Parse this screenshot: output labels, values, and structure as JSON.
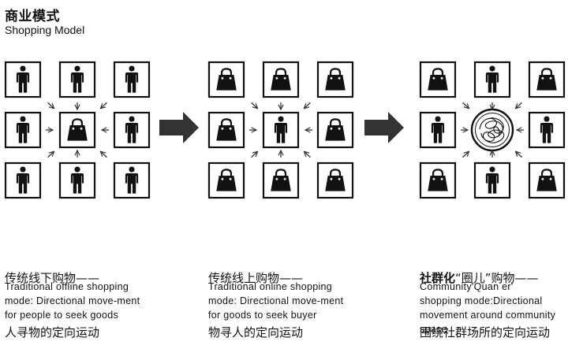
{
  "title": {
    "cn": "商业模式",
    "en": "Shopping Model"
  },
  "models": [
    {
      "heading_line1_bold": "",
      "heading_line1": "传统线下购物——",
      "heading_line2": "人寻物的定向运动",
      "desc_lines": [
        "Traditional  offline  shopping",
        "mode:  Directional  move-ment",
        "for people  to  seek goods"
      ],
      "center": "bag-icon",
      "outer": [
        "person-icon",
        "person-icon",
        "person-icon",
        "person-icon",
        "person-icon",
        "person-icon",
        "person-icon",
        "person-icon"
      ]
    },
    {
      "heading_line1_bold": "",
      "heading_line1": "传统线上购物——",
      "heading_line2": "物寻人的定向运动",
      "desc_lines": [
        "Traditional  online  shopping",
        "mode:  Directional  move-ment",
        "for goods  to  seek  buyer"
      ],
      "center": "person-icon",
      "outer": [
        "bag-icon",
        "bag-icon",
        "bag-icon",
        "bag-icon",
        "bag-icon",
        "bag-icon",
        "bag-icon",
        "bag-icon"
      ]
    },
    {
      "heading_line1_bold": "社群化",
      "heading_line1": "“圈儿”购物——",
      "heading_line2": "围绕社群场所的定向运动",
      "desc_lines": [
        "Community'Quan  er'",
        "shopping  mode:Directional",
        "movement  around  community",
        "space"
      ],
      "center": "scribble-circle-icon",
      "outer": [
        "bag-icon",
        "person-icon",
        "bag-icon",
        "person-icon",
        "person-icon",
        "bag-icon",
        "person-icon",
        "bag-icon"
      ]
    }
  ],
  "colors": {
    "ink": "#111111",
    "arrow": "#333333"
  }
}
